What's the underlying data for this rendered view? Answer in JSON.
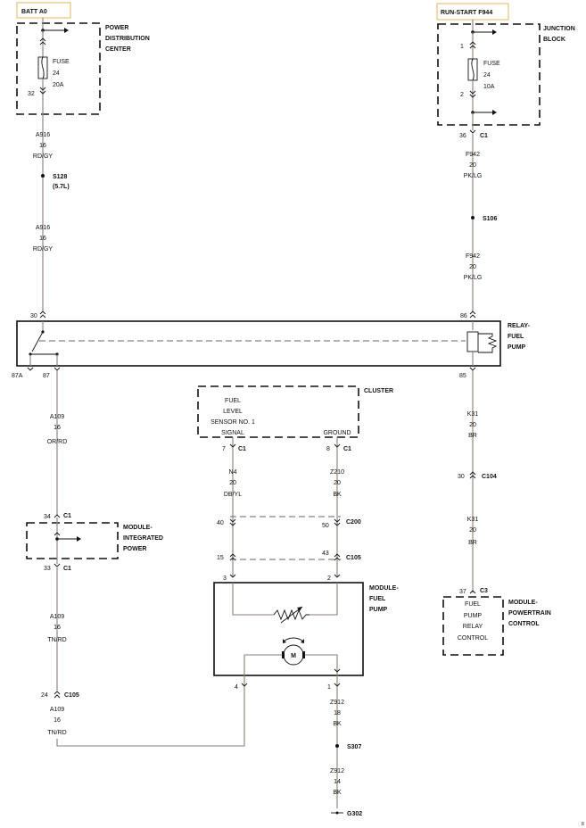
{
  "source_tags": {
    "batt": "BATT A0",
    "run_start": "RUN-START F944"
  },
  "components": {
    "pdc": [
      "POWER",
      "DISTRIBUTION",
      "CENTER"
    ],
    "junction_block": [
      "JUNCTION",
      "BLOCK"
    ],
    "relay": [
      "RELAY-",
      "FUEL",
      "PUMP"
    ],
    "cluster": "CLUSTER",
    "cluster_text": [
      "FUEL",
      "LEVEL",
      "SENSOR NO. 1"
    ],
    "cluster_signal": "SIGNAL",
    "cluster_ground": "GROUND",
    "mip": [
      "MODULE-",
      "INTEGRATED",
      "POWER"
    ],
    "mfp": [
      "MODULE-",
      "FUEL",
      "PUMP"
    ],
    "pcm": [
      "MODULE-",
      "POWERTRAIN",
      "CONTROL"
    ],
    "pcm_text": [
      "FUEL",
      "PUMP",
      "RELAY",
      "CONTROL"
    ],
    "motor_label": "M"
  },
  "fuses": {
    "left": [
      "FUSE",
      "24",
      "20A"
    ],
    "right": [
      "FUSE",
      "24",
      "10A"
    ]
  },
  "wires": {
    "a916_top": [
      "A916",
      "16",
      "RD/GY"
    ],
    "a916_bottom": [
      "A916",
      "16",
      "RD/GY"
    ],
    "f942_top": [
      "F942",
      "20",
      "PK/LG"
    ],
    "f942_bottom": [
      "F942",
      "20",
      "PK/LG"
    ],
    "a109_top": [
      "A109",
      "16",
      "OR/RD"
    ],
    "a109_mid": [
      "A109",
      "16",
      "TN/RD"
    ],
    "a109_bottom": [
      "A109",
      "16",
      "TN/RD"
    ],
    "n4": [
      "N4",
      "20",
      "DB/YL"
    ],
    "z210": [
      "Z210",
      "20",
      "BK"
    ],
    "k31_top": [
      "K31",
      "20",
      "BR"
    ],
    "k31_bottom": [
      "K31",
      "20",
      "BR"
    ],
    "z912_top": [
      "Z912",
      "18",
      "BK"
    ],
    "z912_bottom": [
      "Z912",
      "14",
      "BK"
    ]
  },
  "splices": {
    "s128": [
      "S128",
      "(5.7L)"
    ],
    "s106": "S106",
    "s307": "S307",
    "g302": "G302"
  },
  "connectors": {
    "c1": "C1",
    "c3": "C3",
    "c104": "C104",
    "c105": "C105",
    "c200": "C200"
  },
  "pins": {
    "p1": "1",
    "p2": "2",
    "p2b": "2",
    "p3": "3",
    "p4": "4",
    "p7": "7",
    "p8": "8",
    "p1b": "1",
    "p15": "15",
    "p24": "24",
    "p30": "30",
    "p30b": "30",
    "p32": "32",
    "p33": "33",
    "p34": "34",
    "p36": "36",
    "p37": "37",
    "p40": "40",
    "p43": "43",
    "p50": "50",
    "p67": "87",
    "p85": "85",
    "p86": "86",
    "p87a": "87A"
  },
  "page_code": "8"
}
